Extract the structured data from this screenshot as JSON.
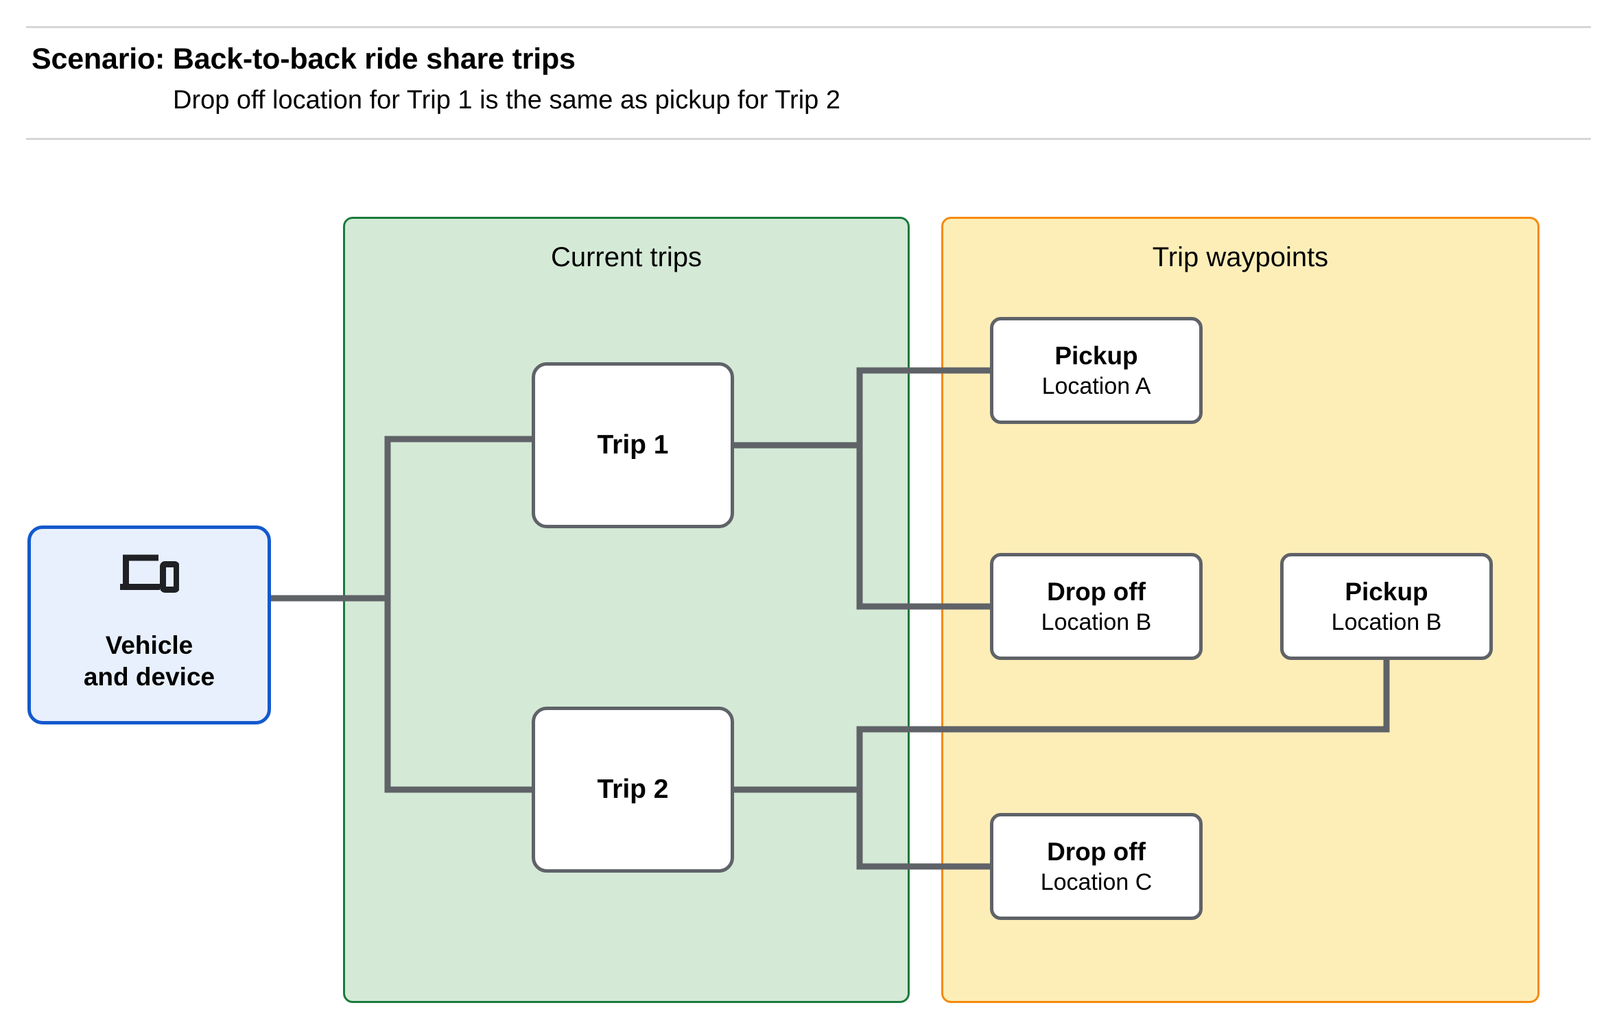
{
  "header": {
    "title": "Scenario: Back-to-back ride share trips",
    "subtitle": "Drop off  location for Trip 1 is the same as pickup for Trip 2"
  },
  "groups": {
    "current_trips": {
      "title": "Current trips",
      "fill": "#d4e9d6",
      "border": "#1a7a3c"
    },
    "trip_waypoints": {
      "title": "Trip waypoints",
      "fill": "#fdeeb8",
      "border": "#f58a0b"
    }
  },
  "vehicle": {
    "icon": "devices-icon",
    "label": "Vehicle\nand device",
    "fill": "#e8f0fe",
    "border": "#1359cd"
  },
  "trips": [
    {
      "label": "Trip 1"
    },
    {
      "label": "Trip 2"
    }
  ],
  "waypoints": [
    {
      "type": "Pickup",
      "location": "Location A"
    },
    {
      "type": "Drop off",
      "location": "Location B"
    },
    {
      "type": "Pickup",
      "location": "Location B"
    },
    {
      "type": "Drop off",
      "location": "Location C"
    }
  ],
  "connector_color": "#5f6368",
  "node_border_color": "#5f6368"
}
